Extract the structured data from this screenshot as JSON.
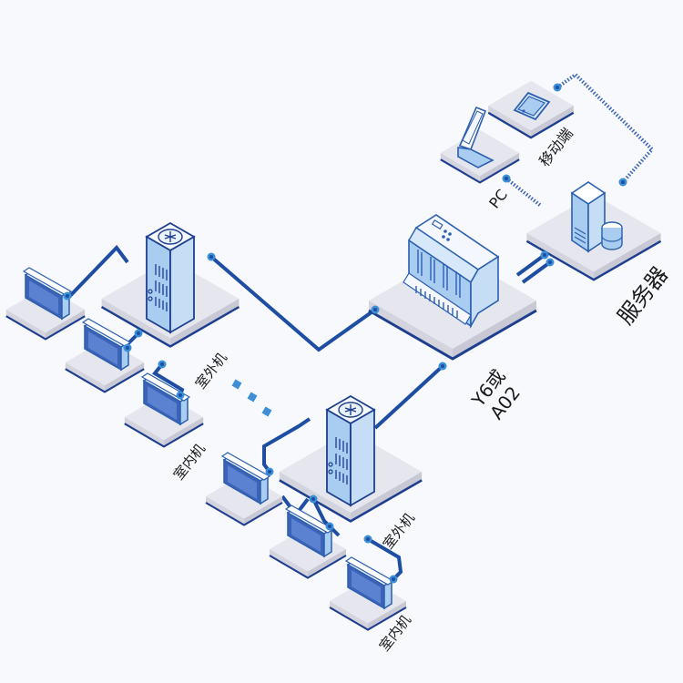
{
  "diagram": {
    "title": "空调集中控制系统拓扑",
    "colors": {
      "background": "#f8f9fc",
      "platform_top": "#e6e6ee",
      "platform_side": "#d4d4de",
      "platform_edge": "#1e3f8f",
      "line": "#1e4ea3",
      "device_fill": "#a9cdf0",
      "device_light": "#d6e8fa",
      "device_stroke": "#2b5fb0",
      "connector": "#3b8fd6",
      "dots": "#3c8fd8"
    },
    "nodes": [
      {
        "id": "server",
        "label": "服务器",
        "icon": "server-icon"
      },
      {
        "id": "mobile",
        "label": "移动端",
        "icon": "mobile-phone-icon"
      },
      {
        "id": "pc",
        "label": "PC",
        "icon": "laptop-icon"
      },
      {
        "id": "gateway",
        "label_line1": "Y6或",
        "label_line2": "A02",
        "icon": "gateway-controller-icon"
      },
      {
        "id": "outdoor1",
        "label": "室外机",
        "icon": "outdoor-unit-icon"
      },
      {
        "id": "outdoor2",
        "label": "室外机",
        "icon": "outdoor-unit-icon"
      },
      {
        "id": "indoor-group1",
        "label": "室内机",
        "icon": "indoor-unit-icon"
      },
      {
        "id": "indoor-group2",
        "label": "室内机",
        "icon": "indoor-unit-icon"
      }
    ],
    "connections": [
      {
        "from": "mobile",
        "to": "server",
        "style": "dotted"
      },
      {
        "from": "pc",
        "to": "server",
        "style": "dotted"
      },
      {
        "from": "gateway",
        "to": "server",
        "style": "double-solid"
      },
      {
        "from": "outdoor1",
        "to": "gateway",
        "style": "solid"
      },
      {
        "from": "outdoor2",
        "to": "gateway",
        "style": "solid"
      },
      {
        "from": "outdoor1",
        "to": "indoor-group1",
        "style": "solid"
      },
      {
        "from": "outdoor2",
        "to": "indoor-group2",
        "style": "solid"
      }
    ],
    "ellipsis": "more-units-dots"
  }
}
